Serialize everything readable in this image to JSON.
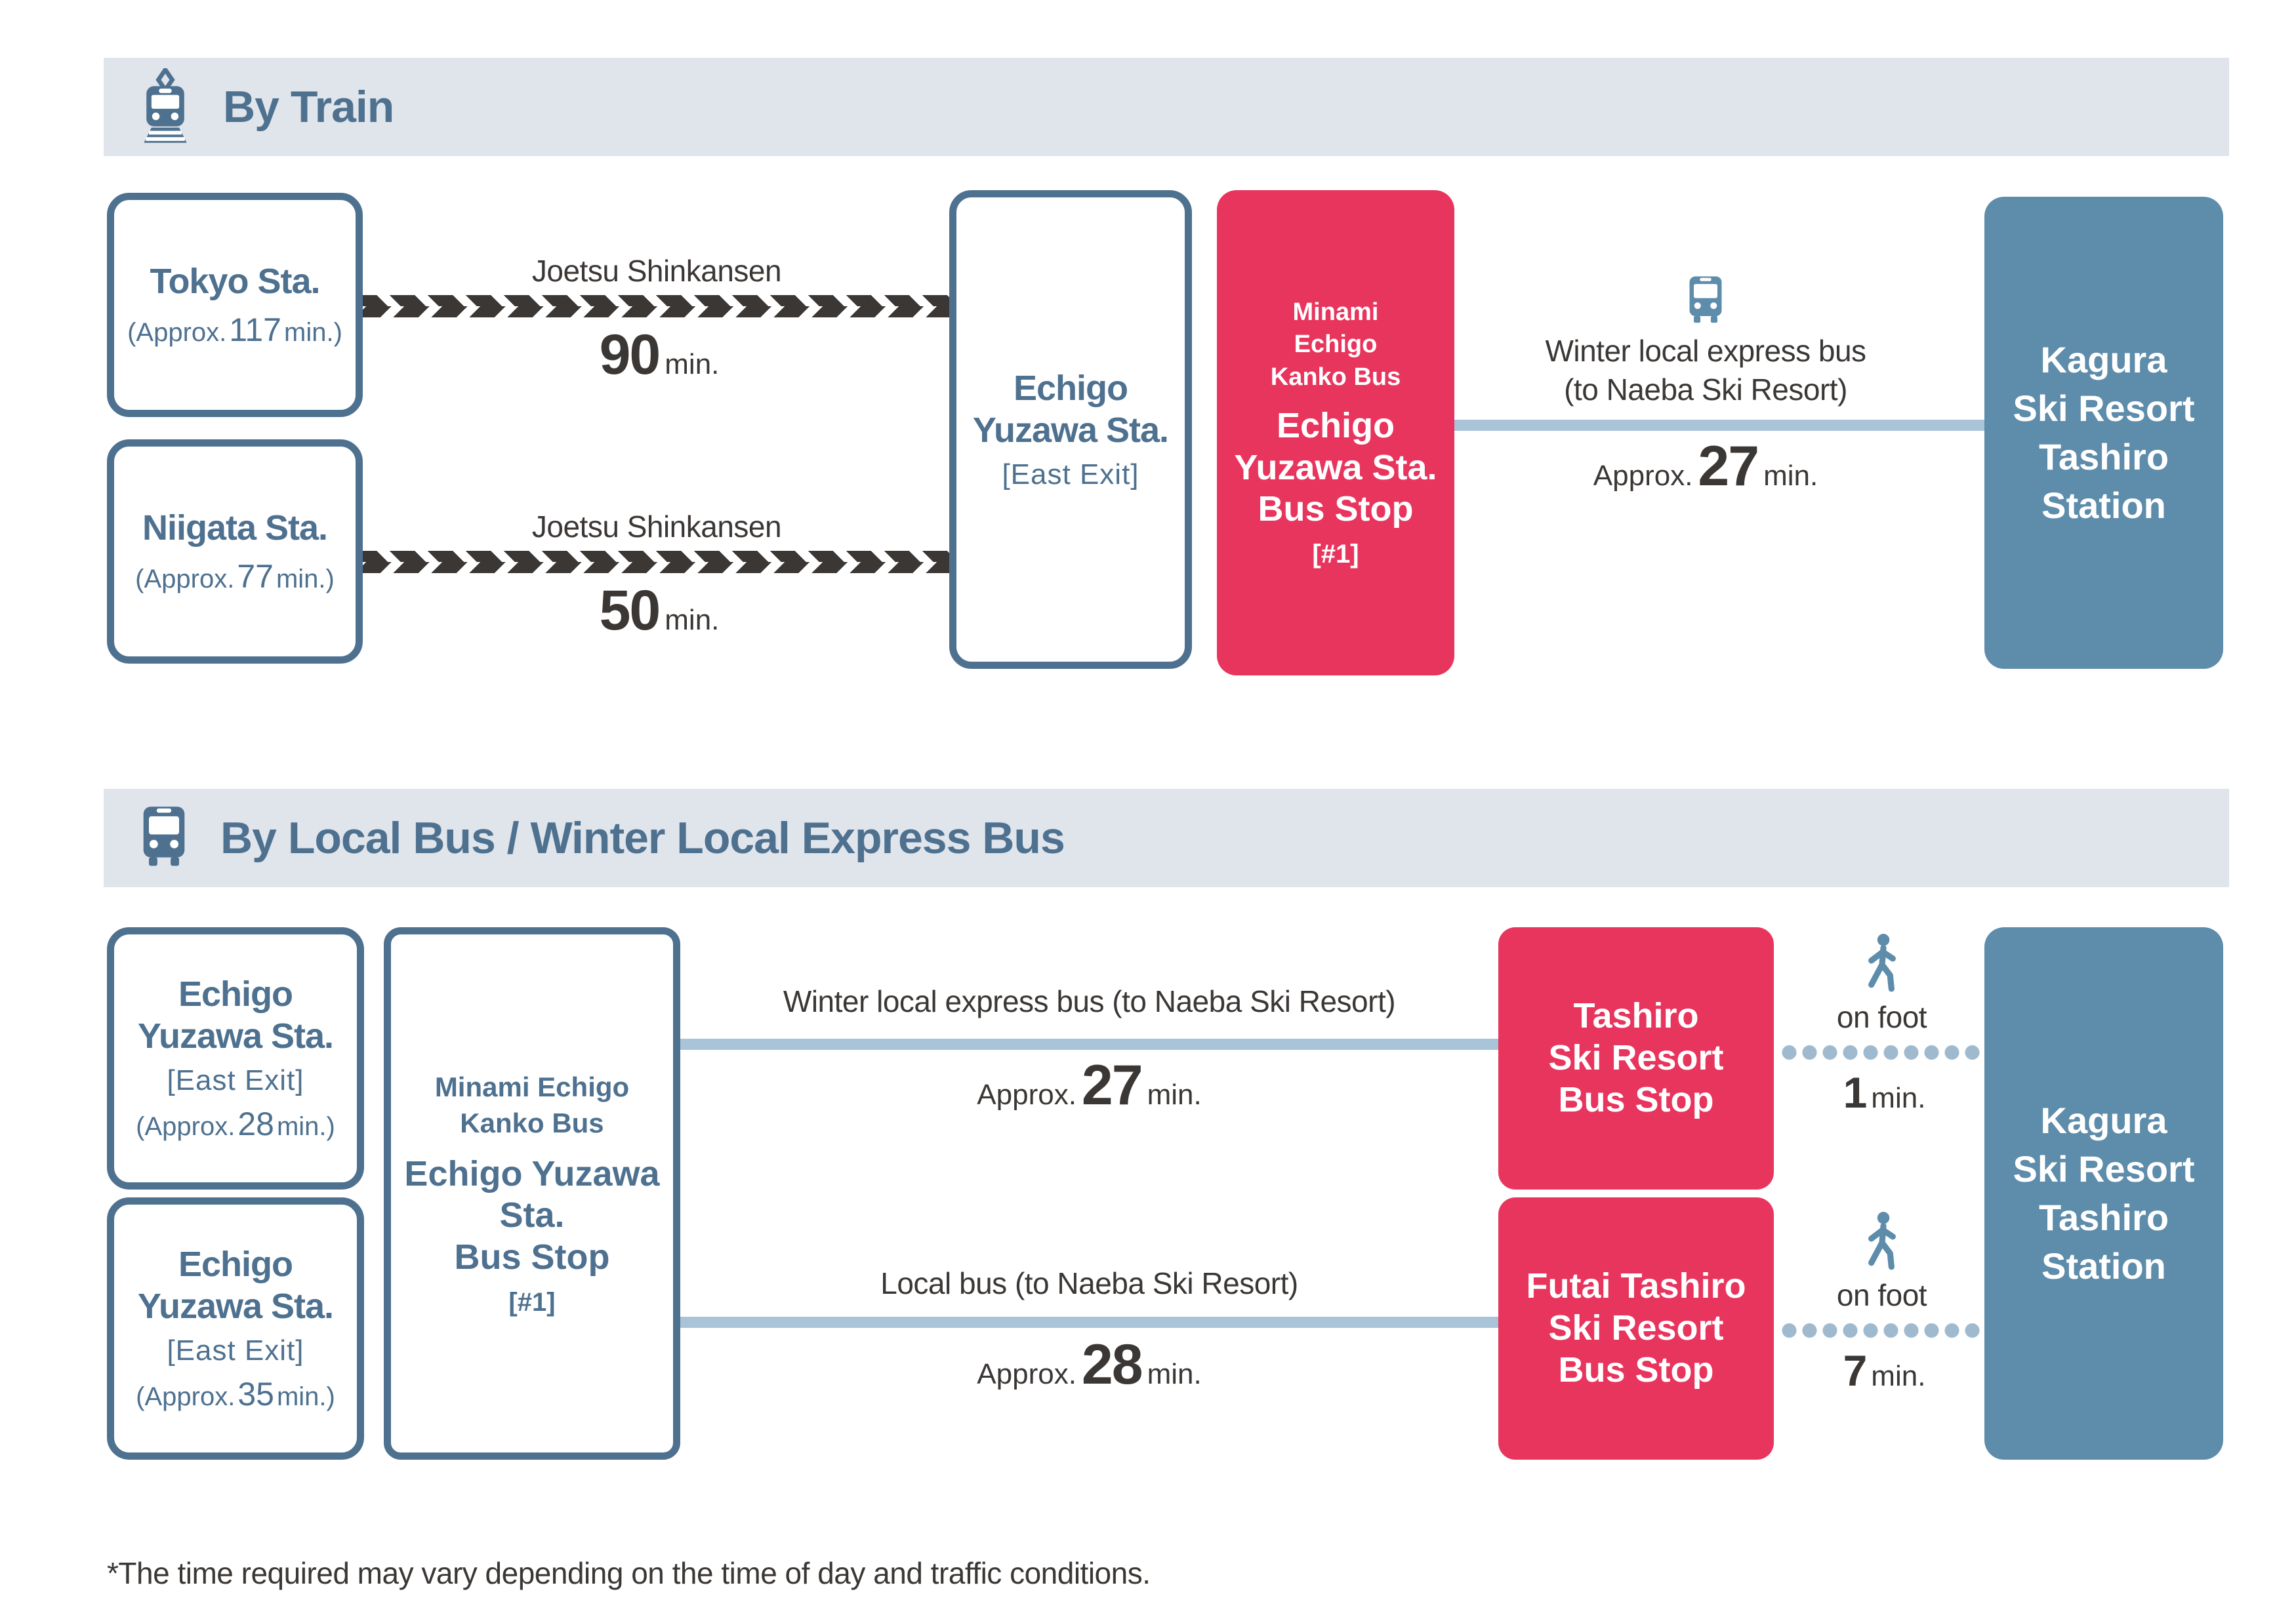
{
  "colors": {
    "slate": "#4E7190",
    "pink": "#E8355E",
    "steel_blue": "#5E8CAB",
    "header_band_bg": "#E0E4EB",
    "route_line": "#A9C3D8",
    "walk_dot": "#9FB9CE",
    "dark_text": "#3B3735",
    "chevron_band": "#3B3735"
  },
  "train": {
    "header": "By Train",
    "origins": [
      {
        "name": "Tokyo Sta.",
        "approx_prefix": "(Approx.",
        "approx_num": "117",
        "approx_suffix": "min.)",
        "line_label": "Joetsu Shinkansen",
        "duration": "90",
        "duration_unit": "min."
      },
      {
        "name": "Niigata Sta.",
        "approx_prefix": "(Approx.",
        "approx_num": "77",
        "approx_suffix": "min.)",
        "line_label": "Joetsu Shinkansen",
        "duration": "50",
        "duration_unit": "min."
      }
    ],
    "hub": {
      "name_l1": "Echigo",
      "name_l2": "Yuzawa Sta.",
      "exit": "[East Exit]"
    },
    "stop": {
      "operator_lines": [
        "Minami",
        "Echigo",
        "Kanko Bus"
      ],
      "name_lines": [
        "Echigo",
        "Yuzawa Sta.",
        "Bus Stop"
      ],
      "platform": "[#1]"
    },
    "route": {
      "label_l1": "Winter local express bus",
      "label_l2": "(to Naeba Ski Resort)",
      "approx_label": "Approx.",
      "duration": "27",
      "unit": "min."
    },
    "destination": {
      "lines": [
        "Kagura",
        "Ski Resort",
        "Tashiro",
        "Station"
      ]
    }
  },
  "bus": {
    "header": "By Local Bus / Winter Local Express Bus",
    "origins": [
      {
        "name_l1": "Echigo",
        "name_l2": "Yuzawa Sta.",
        "exit": "[East Exit]",
        "approx_prefix": "(Approx.",
        "approx_num": "28",
        "approx_suffix": "min.)"
      },
      {
        "name_l1": "Echigo",
        "name_l2": "Yuzawa Sta.",
        "exit": "[East Exit]",
        "approx_prefix": "(Approx.",
        "approx_num": "35",
        "approx_suffix": "min.)"
      }
    ],
    "stop": {
      "operator_lines": [
        "Minami Echigo",
        "Kanko Bus"
      ],
      "name_lines": [
        "Echigo Yuzawa",
        "Sta.",
        "Bus Stop"
      ],
      "platform": "[#1]"
    },
    "routes": [
      {
        "label": "Winter local express bus (to Naeba Ski Resort)",
        "approx_label": "Approx.",
        "duration": "27",
        "unit": "min.",
        "stop_lines": [
          "Tashiro",
          "Ski Resort",
          "Bus Stop"
        ],
        "walk_label": "on foot",
        "walk_num": "1",
        "walk_unit": "min."
      },
      {
        "label": "Local bus (to Naeba Ski Resort)",
        "approx_label": "Approx.",
        "duration": "28",
        "unit": "min.",
        "stop_lines": [
          "Futai Tashiro",
          "Ski Resort",
          "Bus Stop"
        ],
        "walk_label": "on foot",
        "walk_num": "7",
        "walk_unit": "min."
      }
    ],
    "destination": {
      "lines": [
        "Kagura",
        "Ski Resort",
        "Tashiro",
        "Station"
      ]
    }
  },
  "footnote": "*The time required may vary depending on the time of day and traffic conditions."
}
